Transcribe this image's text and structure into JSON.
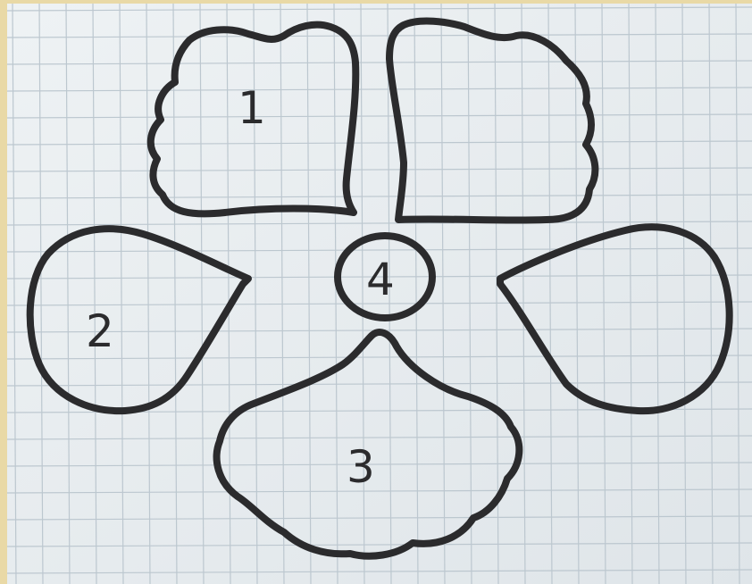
{
  "labels": {
    "piece1": "1",
    "piece2": "2",
    "piece3": "3",
    "piece4": "4"
  },
  "colors": {
    "paper": "#e7ecef",
    "grid_line": "#bcc7cf",
    "outline": "#2b2b2d",
    "border": "#e9d9a6"
  },
  "grid": "on"
}
